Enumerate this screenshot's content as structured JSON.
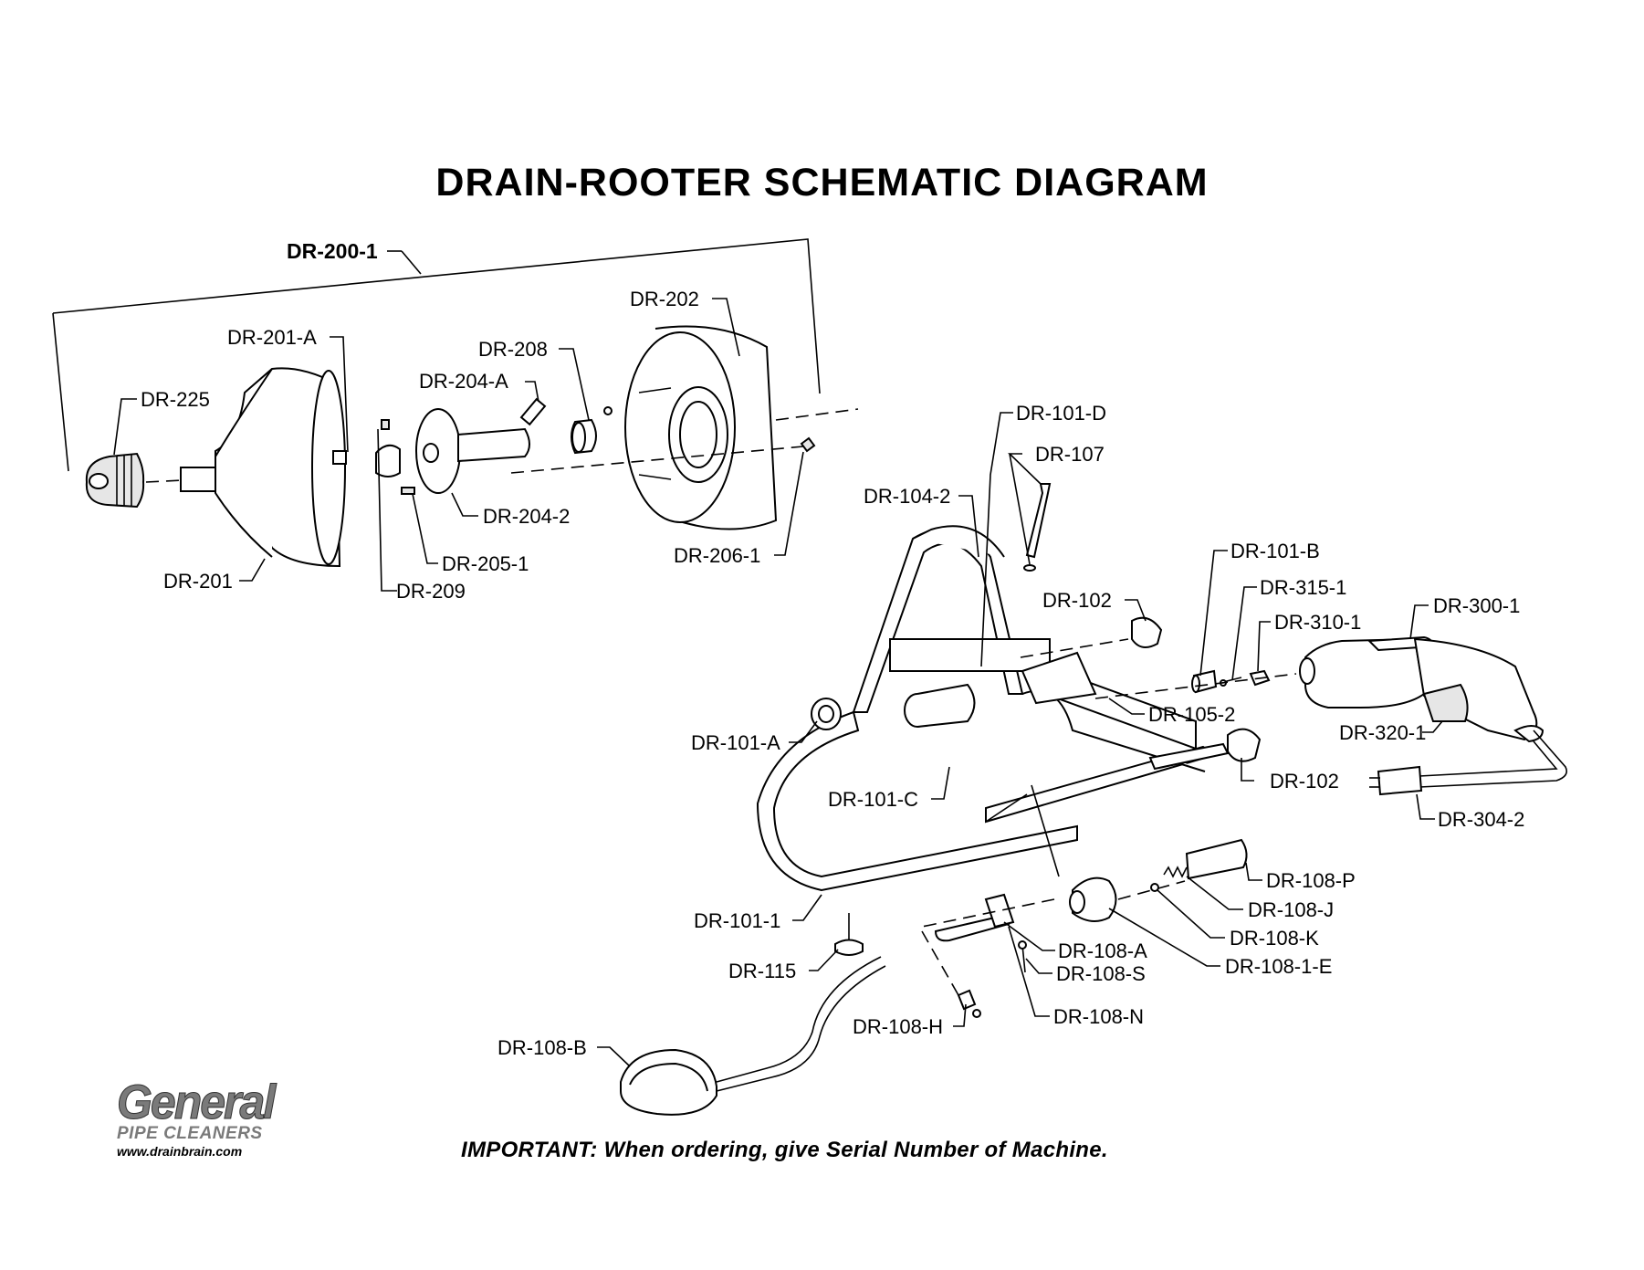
{
  "title": "DRAIN-ROOTER SCHEMATIC DIAGRAM",
  "assembly_label": "DR-200-1",
  "part_labels": {
    "dr_225": "DR-225",
    "dr_201_a": "DR-201-A",
    "dr_201": "DR-201",
    "dr_208": "DR-208",
    "dr_204_a": "DR-204-A",
    "dr_204_2": "DR-204-2",
    "dr_205_1": "DR-205-1",
    "dr_209": "DR-209",
    "dr_202": "DR-202",
    "dr_206_1": "DR-206-1",
    "dr_101_d": "DR-101-D",
    "dr_107": "DR-107",
    "dr_104_2": "DR-104-2",
    "dr_102_top": "DR-102",
    "dr_101_b": "DR-101-B",
    "dr_315_1": "DR-315-1",
    "dr_310_1": "DR-310-1",
    "dr_300_1": "DR-300-1",
    "dr_320_1": "DR-320-1",
    "dr_105_2": "DR-105-2",
    "dr_101_a": "DR-101-A",
    "dr_102_bottom": "DR-102",
    "dr_304_2": "DR-304-2",
    "dr_101_c": "DR-101-C",
    "dr_108_p": "DR-108-P",
    "dr_108_j": "DR-108-J",
    "dr_108_k": "DR-108-K",
    "dr_108_1_e": "DR-108-1-E",
    "dr_101_1": "DR-101-1",
    "dr_108_a": "DR-108-A",
    "dr_108_s": "DR-108-S",
    "dr_115": "DR-115",
    "dr_108_n": "DR-108-N",
    "dr_108_h": "DR-108-H",
    "dr_108_b": "DR-108-B"
  },
  "logo": {
    "brand": "General",
    "tagline": "PIPE CLEANERS",
    "url": "www.drainbrain.com"
  },
  "notice": "IMPORTANT: When ordering, give Serial Number of Machine."
}
